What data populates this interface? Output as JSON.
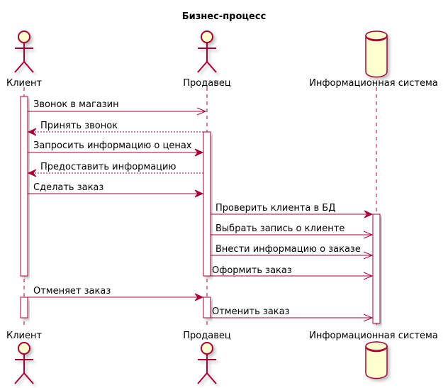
{
  "title": "Бизнес-процесс",
  "colors": {
    "line": "#A80036",
    "fill": "#FEFECE",
    "lifeline": "#A80036",
    "text": "#000000"
  },
  "participants": [
    {
      "id": "client",
      "label": "Клиент",
      "kind": "actor"
    },
    {
      "id": "seller",
      "label": "Продавец",
      "kind": "actor"
    },
    {
      "id": "system",
      "label": "Информационная система",
      "kind": "database"
    }
  ],
  "messages": [
    {
      "from": "client",
      "to": "seller",
      "label": "Звонок в магазин",
      "style": "async"
    },
    {
      "from": "seller",
      "to": "client",
      "label": "Принять звонок",
      "style": "return"
    },
    {
      "from": "client",
      "to": "seller",
      "label": "Запросить информацию о ценах",
      "style": "sync"
    },
    {
      "from": "seller",
      "to": "client",
      "label": "Предоставить информацию",
      "style": "return"
    },
    {
      "from": "client",
      "to": "seller",
      "label": "Сделать заказ",
      "style": "sync"
    },
    {
      "from": "seller",
      "to": "system",
      "label": "Проверить клиента в БД",
      "style": "sync"
    },
    {
      "from": "seller",
      "to": "system",
      "label": "Выбрать запись о клиенте",
      "style": "async"
    },
    {
      "from": "seller",
      "to": "system",
      "label": "Внести информацию о заказе",
      "style": "async"
    },
    {
      "from": "seller",
      "to": "system",
      "label": "Оформить заказ",
      "style": "async"
    },
    {
      "from": "client",
      "to": "seller",
      "label": "Отменяет заказ",
      "style": "sync"
    },
    {
      "from": "seller",
      "to": "system",
      "label": "Отменить заказ",
      "style": "async"
    }
  ]
}
